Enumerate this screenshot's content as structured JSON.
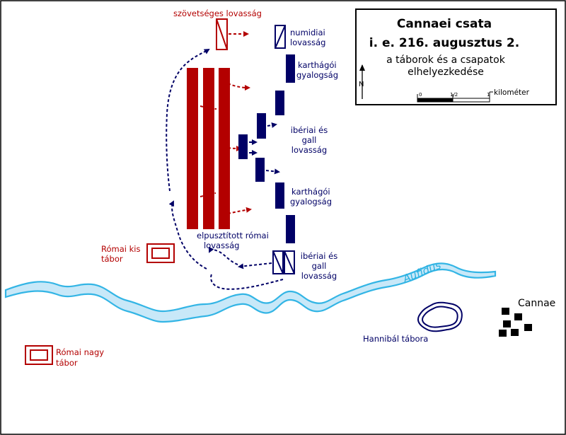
{
  "title_box": {
    "title": "Cannaei csata",
    "date": "i. e. 216. augusztus 2.",
    "subtitle_line1": "a táborok és a csapatok",
    "subtitle_line2": "elhelyezkedése",
    "north": "N",
    "scale_ticks": [
      "0",
      "1/2",
      "1"
    ],
    "scale_unit": "kilométer"
  },
  "labels": {
    "allied_cavalry": "szövetséges lovasság",
    "numidian_line1": "numidiai",
    "numidian_line2": "lovasság",
    "carth_inf_top_line1": "karthágói",
    "carth_inf_top_line2": "gyalogság",
    "iberian_mid_line1": "ibériai és",
    "iberian_mid_line2": "gall",
    "iberian_mid_line3": "lovasság",
    "carth_inf_bottom_line1": "karthágói",
    "carth_inf_bottom_line2": "gyalogság",
    "roman_cav_line1": "elpusztított római",
    "roman_cav_line2": "lovasság",
    "iberian_bottom_line1": "ibériai és",
    "iberian_bottom_line2": "gall",
    "iberian_bottom_line3": "lovasság",
    "small_camp_line1": "Római kis",
    "small_camp_line2": "tábor",
    "large_camp_line1": "Római nagy",
    "large_camp_line2": "tábor",
    "hannibal_camp": "Hannibál tábora",
    "river": "Aufidus",
    "town": "Cannae"
  },
  "colors": {
    "roman": "#b30000",
    "carthaginian": "#000066",
    "river_fill": "#c8e8f8",
    "river_edge": "#33b5e5"
  }
}
